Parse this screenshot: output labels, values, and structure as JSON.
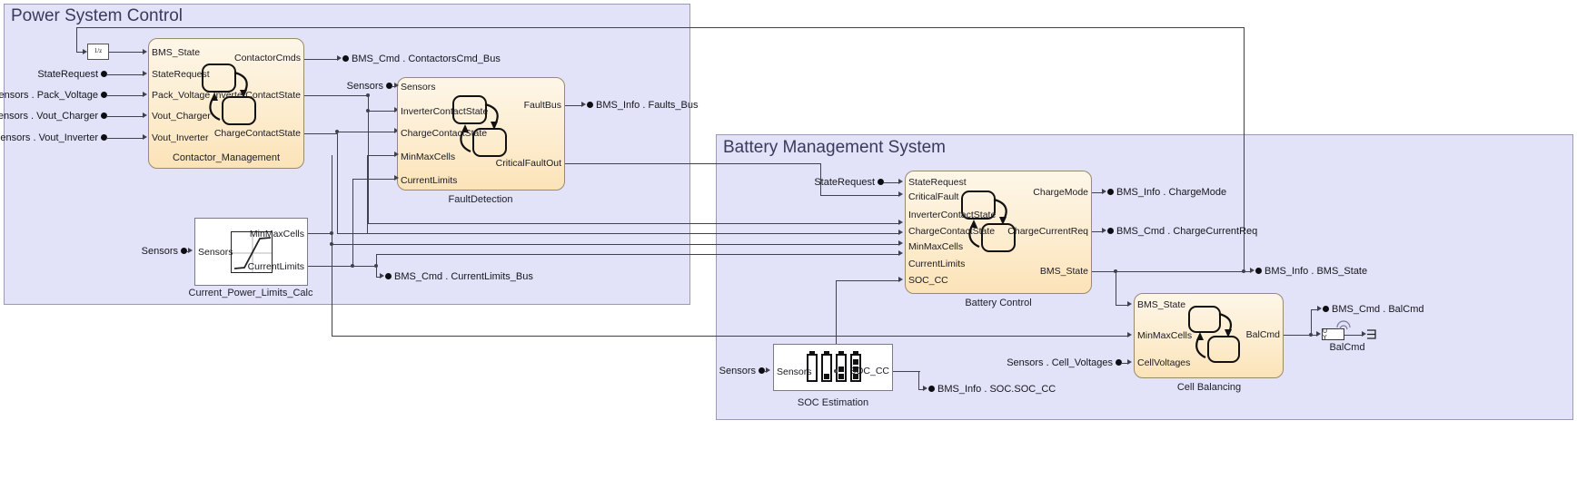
{
  "diagram": {
    "type": "simulink-block-diagram",
    "colors": {
      "subsystem_fill": "#e2e2f8",
      "subsystem_border": "#9a9ab8",
      "chart_fill": "#fdeccd",
      "chart_border": "#9b8a6a",
      "wire": "#41414e",
      "title_text": "#3a3a5c"
    }
  },
  "subsystems": [
    {
      "id": "power_system_control",
      "title": "Power System Control"
    },
    {
      "id": "battery_management_system",
      "title": "Battery Management System"
    }
  ],
  "blocks": [
    {
      "id": "unit_delay",
      "name": "Unit Delay",
      "glyph": "1/z",
      "numerator": "1",
      "denominator": "z"
    },
    {
      "id": "contactor_management",
      "name": "Contactor_Management",
      "kind": "stateflow-chart",
      "inputs": [
        "BMS_State",
        "StateRequest",
        "Pack_Voltage",
        "Vout_Charger",
        "Vout_Inverter"
      ],
      "outputs": [
        "ContactorCmds",
        "InverterContactState",
        "ChargeContactState"
      ]
    },
    {
      "id": "fault_detection",
      "name": "FaultDetection",
      "kind": "stateflow-chart",
      "inputs": [
        "Sensors",
        "InverterContactState",
        "ChargeContactState",
        "MinMaxCells",
        "CurrentLimits"
      ],
      "outputs": [
        "FaultBus",
        "CriticalFaultOut"
      ]
    },
    {
      "id": "current_power_limits_calc",
      "name": "Current_Power_Limits_Calc",
      "kind": "subsystem",
      "inputs": [
        "Sensors"
      ],
      "outputs": [
        "MinMaxCells",
        "CurrentLimits"
      ]
    },
    {
      "id": "battery_control",
      "name": "Battery Control",
      "kind": "stateflow-chart",
      "inputs": [
        "StateRequest",
        "CriticalFault",
        "InverterContactState",
        "ChargeContactState",
        "MinMaxCells",
        "CurrentLimits",
        "SOC_CC"
      ],
      "outputs": [
        "ChargeMode",
        "ChargeCurrentReq",
        "BMS_State"
      ]
    },
    {
      "id": "soc_estimation",
      "name": "SOC Estimation",
      "kind": "subsystem",
      "inputs": [
        "Sensors"
      ],
      "outputs": [
        "SOC_CC"
      ]
    },
    {
      "id": "cell_balancing",
      "name": "Cell Balancing",
      "kind": "stateflow-chart",
      "inputs": [
        "BMS_State",
        "MinMaxCells",
        "CellVoltages"
      ],
      "outputs": [
        "BalCmd"
      ]
    },
    {
      "id": "balcmd_scope",
      "name": "BalCmd",
      "kind": "scope",
      "glyph": "U Y"
    }
  ],
  "inport_signals": [
    {
      "id": "in_state_request_psc",
      "label": "StateRequest"
    },
    {
      "id": "in_pack_voltage",
      "label": "Sensors . Pack_Voltage"
    },
    {
      "id": "in_vout_charger",
      "label": "Sensors . Vout_Charger"
    },
    {
      "id": "in_vout_inverter",
      "label": "Sensors . Vout_Inverter"
    },
    {
      "id": "in_sensors_fault",
      "label": "Sensors"
    },
    {
      "id": "in_sensors_limits",
      "label": "Sensors"
    },
    {
      "id": "in_state_request_bms",
      "label": "StateRequest"
    },
    {
      "id": "in_sensors_soc",
      "label": "Sensors"
    },
    {
      "id": "in_cell_voltages",
      "label": "Sensors . Cell_Voltages"
    }
  ],
  "outport_signals": [
    {
      "id": "out_contactors_cmd",
      "label": "BMS_Cmd . ContactorsCmd_Bus"
    },
    {
      "id": "out_faults_bus",
      "label": "BMS_Info . Faults_Bus"
    },
    {
      "id": "out_current_limits",
      "label": "BMS_Cmd . CurrentLimits_Bus"
    },
    {
      "id": "out_charge_mode",
      "label": "BMS_Info . ChargeMode"
    },
    {
      "id": "out_charge_current_req",
      "label": "BMS_Cmd . ChargeCurrentReq"
    },
    {
      "id": "out_bms_state",
      "label": "BMS_Info . BMS_State"
    },
    {
      "id": "out_soc_cc",
      "label": "BMS_Info . SOC.SOC_CC"
    },
    {
      "id": "out_bal_cmd",
      "label": "BMS_Cmd . BalCmd"
    }
  ],
  "ports": {
    "contactor_management": {
      "in": [
        "BMS_State",
        "StateRequest",
        "Pack_Voltage",
        "Vout_Charger",
        "Vout_Inverter"
      ],
      "out": [
        "ContactorCmds",
        "InverterContactState",
        "ChargeContactState"
      ]
    },
    "fault_detection": {
      "in": [
        "Sensors",
        "InverterContactState",
        "ChargeContactState",
        "MinMaxCells",
        "CurrentLimits"
      ],
      "out": [
        "FaultBus",
        "CriticalFaultOut"
      ]
    },
    "current_power_limits_calc": {
      "in": [
        "Sensors"
      ],
      "out": [
        "MinMaxCells",
        "CurrentLimits"
      ]
    },
    "battery_control": {
      "in": [
        "StateRequest",
        "CriticalFault",
        "InverterContactState",
        "ChargeContactState",
        "MinMaxCells",
        "CurrentLimits",
        "SOC_CC"
      ],
      "out": [
        "ChargeMode",
        "ChargeCurrentReq",
        "BMS_State"
      ]
    },
    "soc_estimation": {
      "in": [
        "Sensors"
      ],
      "out": [
        "SOC_CC"
      ]
    },
    "cell_balancing": {
      "in": [
        "BMS_State",
        "MinMaxCells",
        "CellVoltages"
      ],
      "out": [
        "BalCmd"
      ]
    }
  },
  "block_captions": {
    "contactor_management": "Contactor_Management",
    "fault_detection": "FaultDetection",
    "current_power_limits_calc": "Current_Power_Limits_Calc",
    "battery_control": "Battery Control",
    "soc_estimation": "SOC Estimation",
    "cell_balancing": "Cell Balancing",
    "balcmd_scope": "BalCmd"
  }
}
